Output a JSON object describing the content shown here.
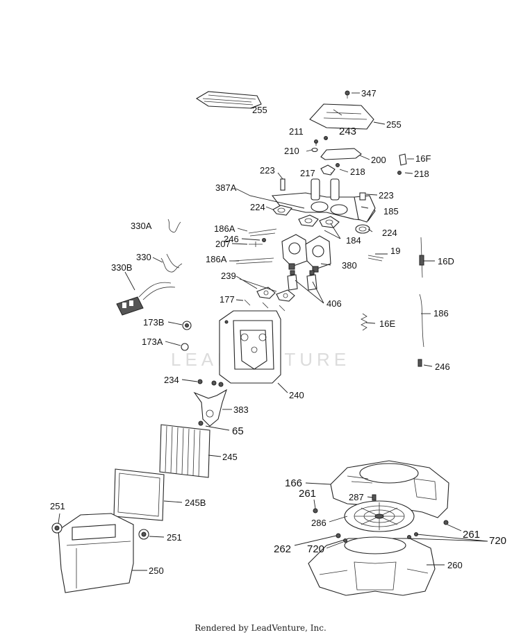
{
  "watermark": "LEADVENTURE",
  "footer": "Rendered by LeadVenture, Inc.",
  "labels": {
    "l347": "347",
    "l255a": "255",
    "l255b": "255",
    "l243": "243",
    "l211": "211",
    "l210": "210",
    "l200": "200",
    "l16F": "16F",
    "l217": "217",
    "l218a": "218",
    "l218b": "218",
    "l223a": "223",
    "l223b": "223",
    "l387A": "387A",
    "l185": "185",
    "l224a": "224",
    "l224b": "224",
    "l330A": "330A",
    "l186A1": "186A",
    "l246a": "246",
    "l207": "207",
    "l184": "184",
    "l19": "19",
    "l330": "330",
    "l186A2": "186A",
    "l380": "380",
    "l16D": "16D",
    "l330B": "330B",
    "l239": "239",
    "l406": "406",
    "l177": "177",
    "l186": "186",
    "l16E": "16E",
    "l173B": "173B",
    "l173A": "173A",
    "l246b": "246",
    "l234": "234",
    "l240": "240",
    "l383": "383",
    "l65": "65",
    "l245": "245",
    "l245B": "245B",
    "l166": "166",
    "l261a": "261",
    "l287": "287",
    "l286": "286",
    "l261b": "261",
    "l251a": "251",
    "l251b": "251",
    "l262": "262",
    "l720a": "720",
    "l720b": "720",
    "l260": "260",
    "l250": "250"
  }
}
